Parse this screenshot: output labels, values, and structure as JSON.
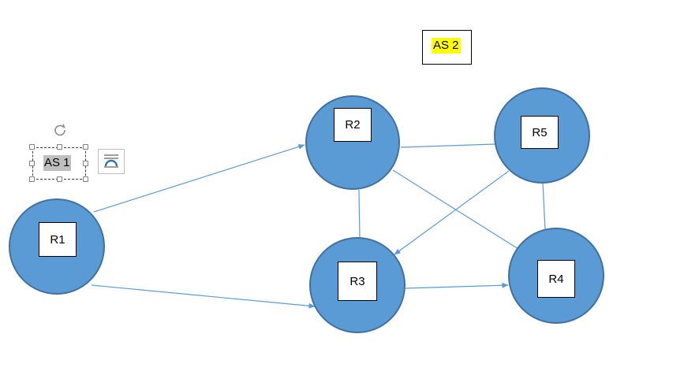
{
  "diagram": {
    "nodes": [
      {
        "id": "R1",
        "label": "R1"
      },
      {
        "id": "R2",
        "label": "R2"
      },
      {
        "id": "R3",
        "label": "R3"
      },
      {
        "id": "R4",
        "label": "R4"
      },
      {
        "id": "R5",
        "label": "R5"
      }
    ],
    "edges": [
      {
        "from": "R1",
        "to": "R2",
        "directed": true
      },
      {
        "from": "R1",
        "to": "R3",
        "directed": true
      },
      {
        "from": "R2",
        "to": "R5",
        "directed": false
      },
      {
        "from": "R2",
        "to": "R3",
        "directed": false
      },
      {
        "from": "R2",
        "to": "R4",
        "directed": false
      },
      {
        "from": "R5",
        "to": "R3",
        "directed": true
      },
      {
        "from": "R5",
        "to": "R4",
        "directed": false
      },
      {
        "from": "R3",
        "to": "R4",
        "directed": true
      }
    ],
    "as_labels": {
      "as1": "AS 1",
      "as2": "AS 2"
    }
  },
  "colors": {
    "node_fill": "#5b9bd5",
    "node_stroke": "#41719c",
    "edge": "#5b9bd5",
    "as2_highlight": "#ffff00",
    "as1_selection_highlight": "#bfbfbf"
  },
  "icons": {
    "rotate": "rotate-handle-icon",
    "layout_options": "layout-options-icon"
  }
}
